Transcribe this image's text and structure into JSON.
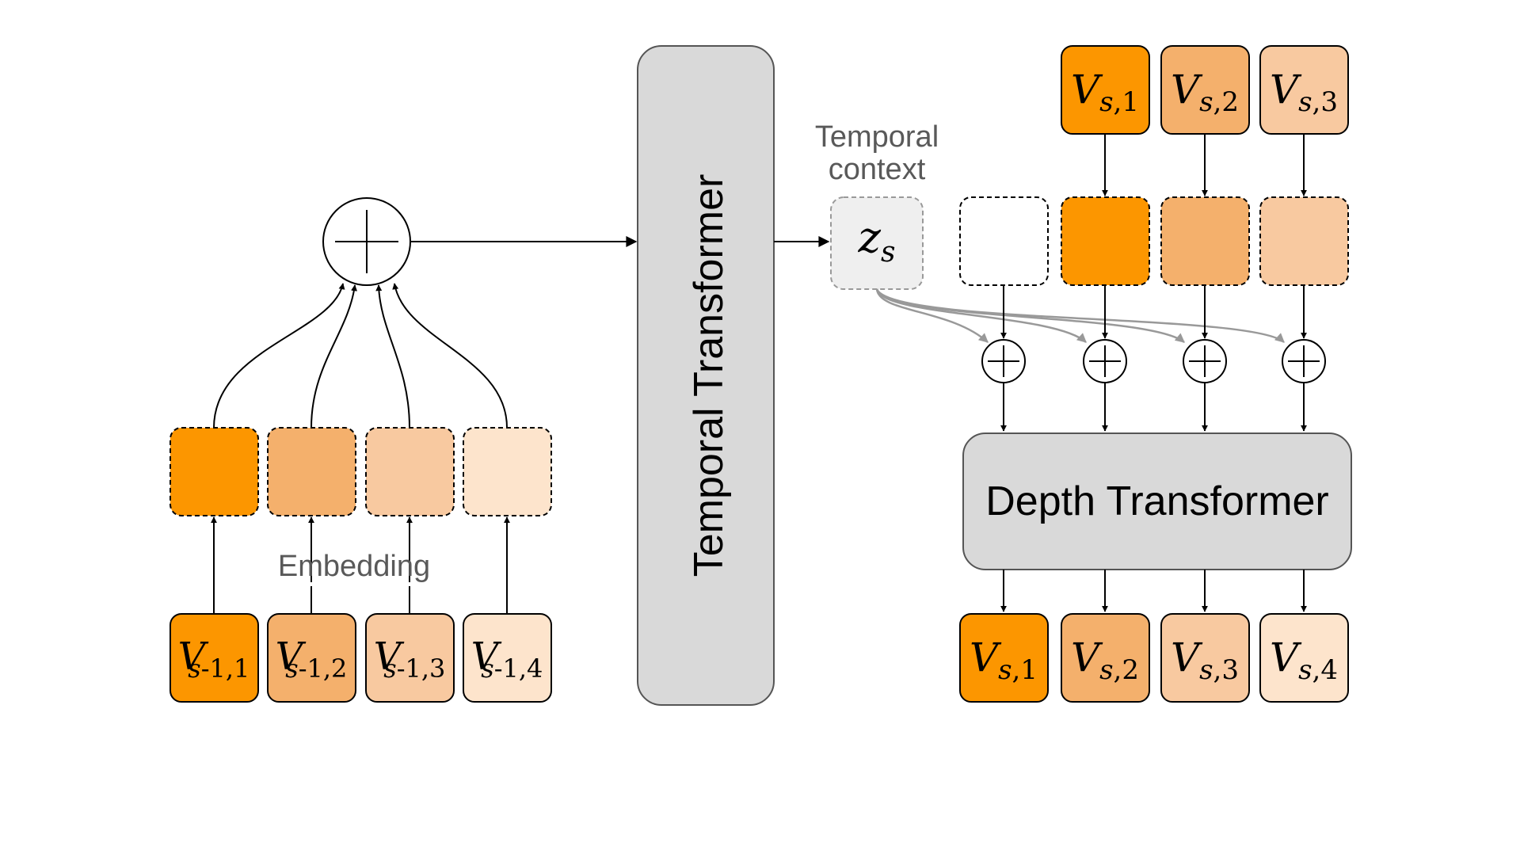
{
  "labels": {
    "temporal_transformer": "Temporal Transformer",
    "depth_transformer": "Depth Transformer",
    "temporal_context_line1": "Temporal",
    "temporal_context_line2": "context",
    "embedding": "Embedding",
    "context_var": "z",
    "context_sub": "s"
  },
  "input_tokens": [
    {
      "v": "V",
      "sub_a": "s",
      "sub_b": "-1",
      "sub_c": ",1"
    },
    {
      "v": "V",
      "sub_a": "s",
      "sub_b": "-1",
      "sub_c": ",2"
    },
    {
      "v": "V",
      "sub_a": "s",
      "sub_b": "-1",
      "sub_c": ",3"
    },
    {
      "v": "V",
      "sub_a": "s",
      "sub_b": "-1",
      "sub_c": ",4"
    }
  ],
  "top_tokens": [
    {
      "v": "V",
      "sub_a": "s",
      "sub_c": ",1"
    },
    {
      "v": "V",
      "sub_a": "s",
      "sub_c": ",2"
    },
    {
      "v": "V",
      "sub_a": "s",
      "sub_c": ",3"
    }
  ],
  "output_tokens": [
    {
      "v": "V",
      "sub_a": "s",
      "sub_c": ",1"
    },
    {
      "v": "V",
      "sub_a": "s",
      "sub_c": ",2"
    },
    {
      "v": "V",
      "sub_a": "s",
      "sub_c": ",3"
    },
    {
      "v": "V",
      "sub_a": "s",
      "sub_c": ",4"
    }
  ],
  "colors": {
    "orange_1": "#fc9600",
    "orange_2": "#f4b06c",
    "orange_3": "#f8c9a0",
    "orange_4": "#fde4cc",
    "block_gray": "#d9d9d9",
    "context_gray": "#efefef",
    "label_gray": "#595959",
    "arrow_gray": "#999999"
  }
}
